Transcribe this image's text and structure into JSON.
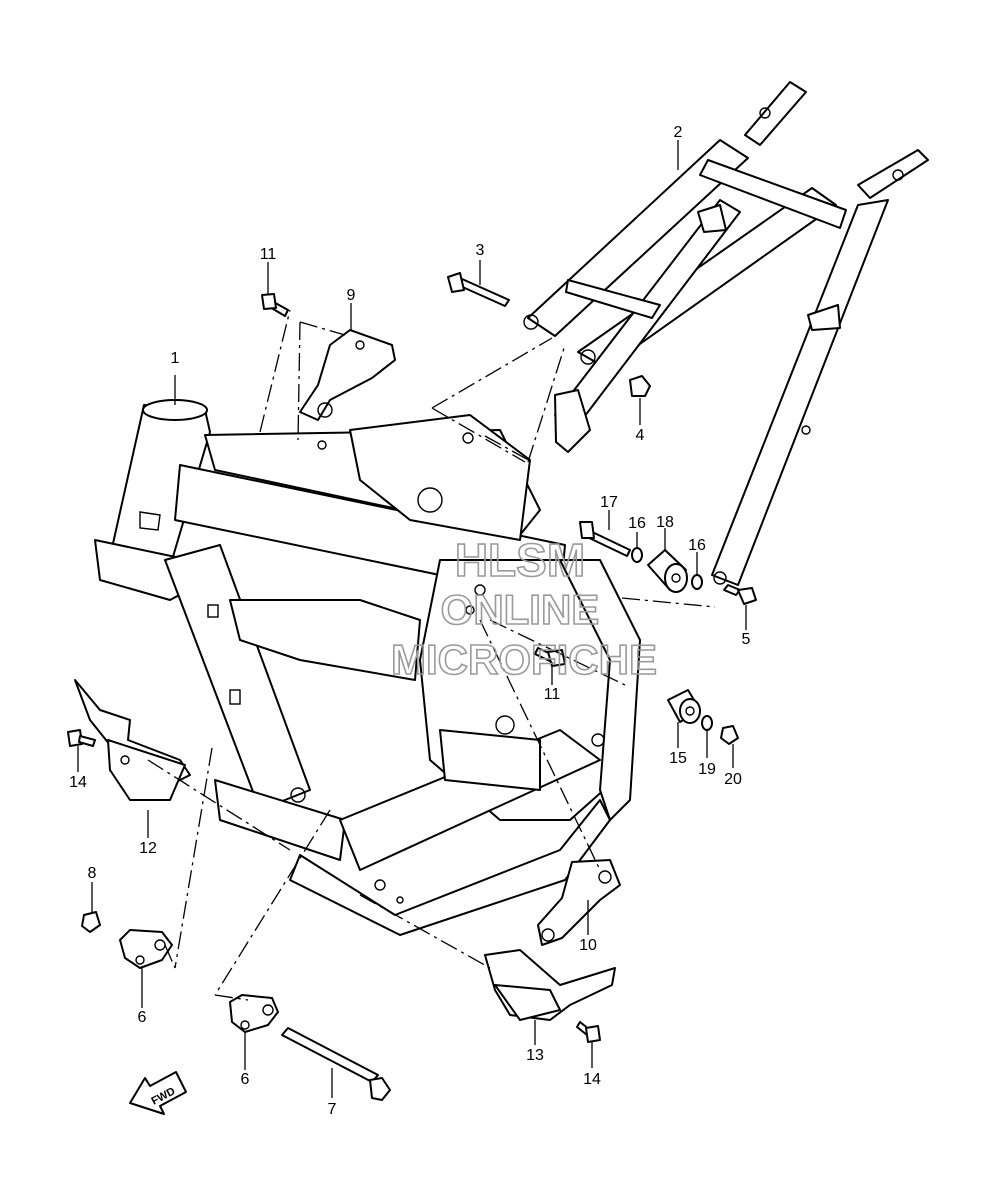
{
  "diagram": {
    "callouts": {
      "c1": "1",
      "c2": "2",
      "c3": "3",
      "c4": "4",
      "c5": "5",
      "c6a": "6",
      "c6b": "6",
      "c7": "7",
      "c8": "8",
      "c9": "9",
      "c10": "10",
      "c11a": "11",
      "c11b": "11",
      "c12": "12",
      "c13": "13",
      "c14a": "14",
      "c14b": "14",
      "c15": "15",
      "c16a": "16",
      "c16b": "16",
      "c17": "17",
      "c18": "18",
      "c19": "19",
      "c20": "20"
    },
    "watermark": {
      "line1": "HLSM",
      "line2": "ONLINE",
      "line3": "MICROFICHE"
    },
    "direction_marker": "FWD"
  }
}
